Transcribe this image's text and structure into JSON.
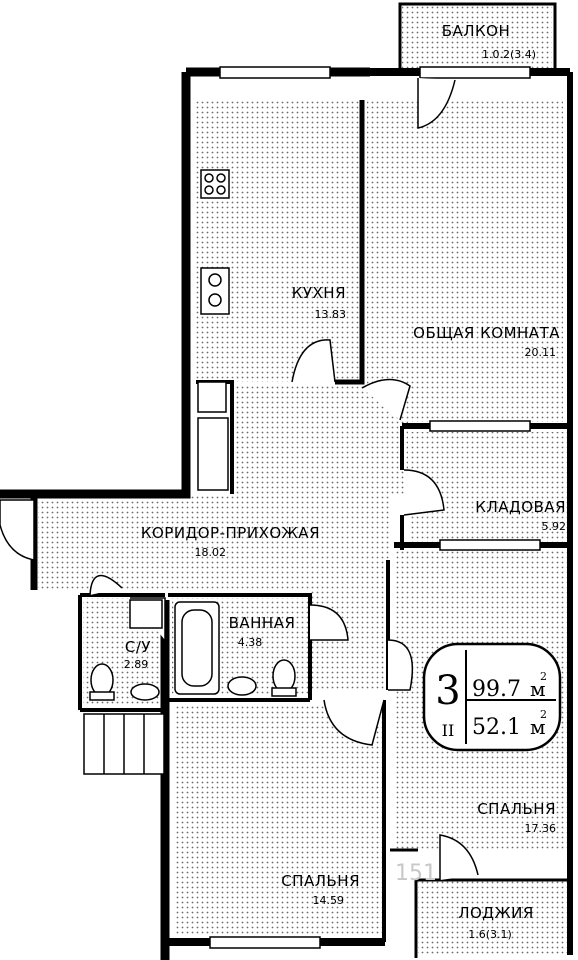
{
  "rooms": {
    "balcony": {
      "name": "БАЛКОН",
      "area": "1.0.2(3.4)"
    },
    "kitchen": {
      "name": "КУХНЯ",
      "area": "13.83"
    },
    "living": {
      "name": "ОБЩАЯ КОМНАТА",
      "area": "20.11"
    },
    "storage": {
      "name": "КЛАДОВАЯ",
      "area": "5.92"
    },
    "corridor": {
      "name": "КОРИДОР-ПРИХОЖАЯ",
      "area": "18.02"
    },
    "wc": {
      "name": "С/У",
      "area": "2.89"
    },
    "bath": {
      "name": "ВАННАЯ",
      "area": "4.38"
    },
    "bedroom_right": {
      "name": "СПАЛЬНЯ",
      "area": "17.36"
    },
    "bedroom_left": {
      "name": "СПАЛЬНЯ",
      "area": "14.59"
    },
    "loggia": {
      "name": "ЛОДЖИЯ",
      "area": "1.6(3.1)"
    }
  },
  "summary": {
    "rooms_count": "3",
    "section": "II",
    "total_area": "99.7",
    "living_area": "52.1",
    "unit": "м",
    "unit_power": "2"
  },
  "watermark": "151"
}
